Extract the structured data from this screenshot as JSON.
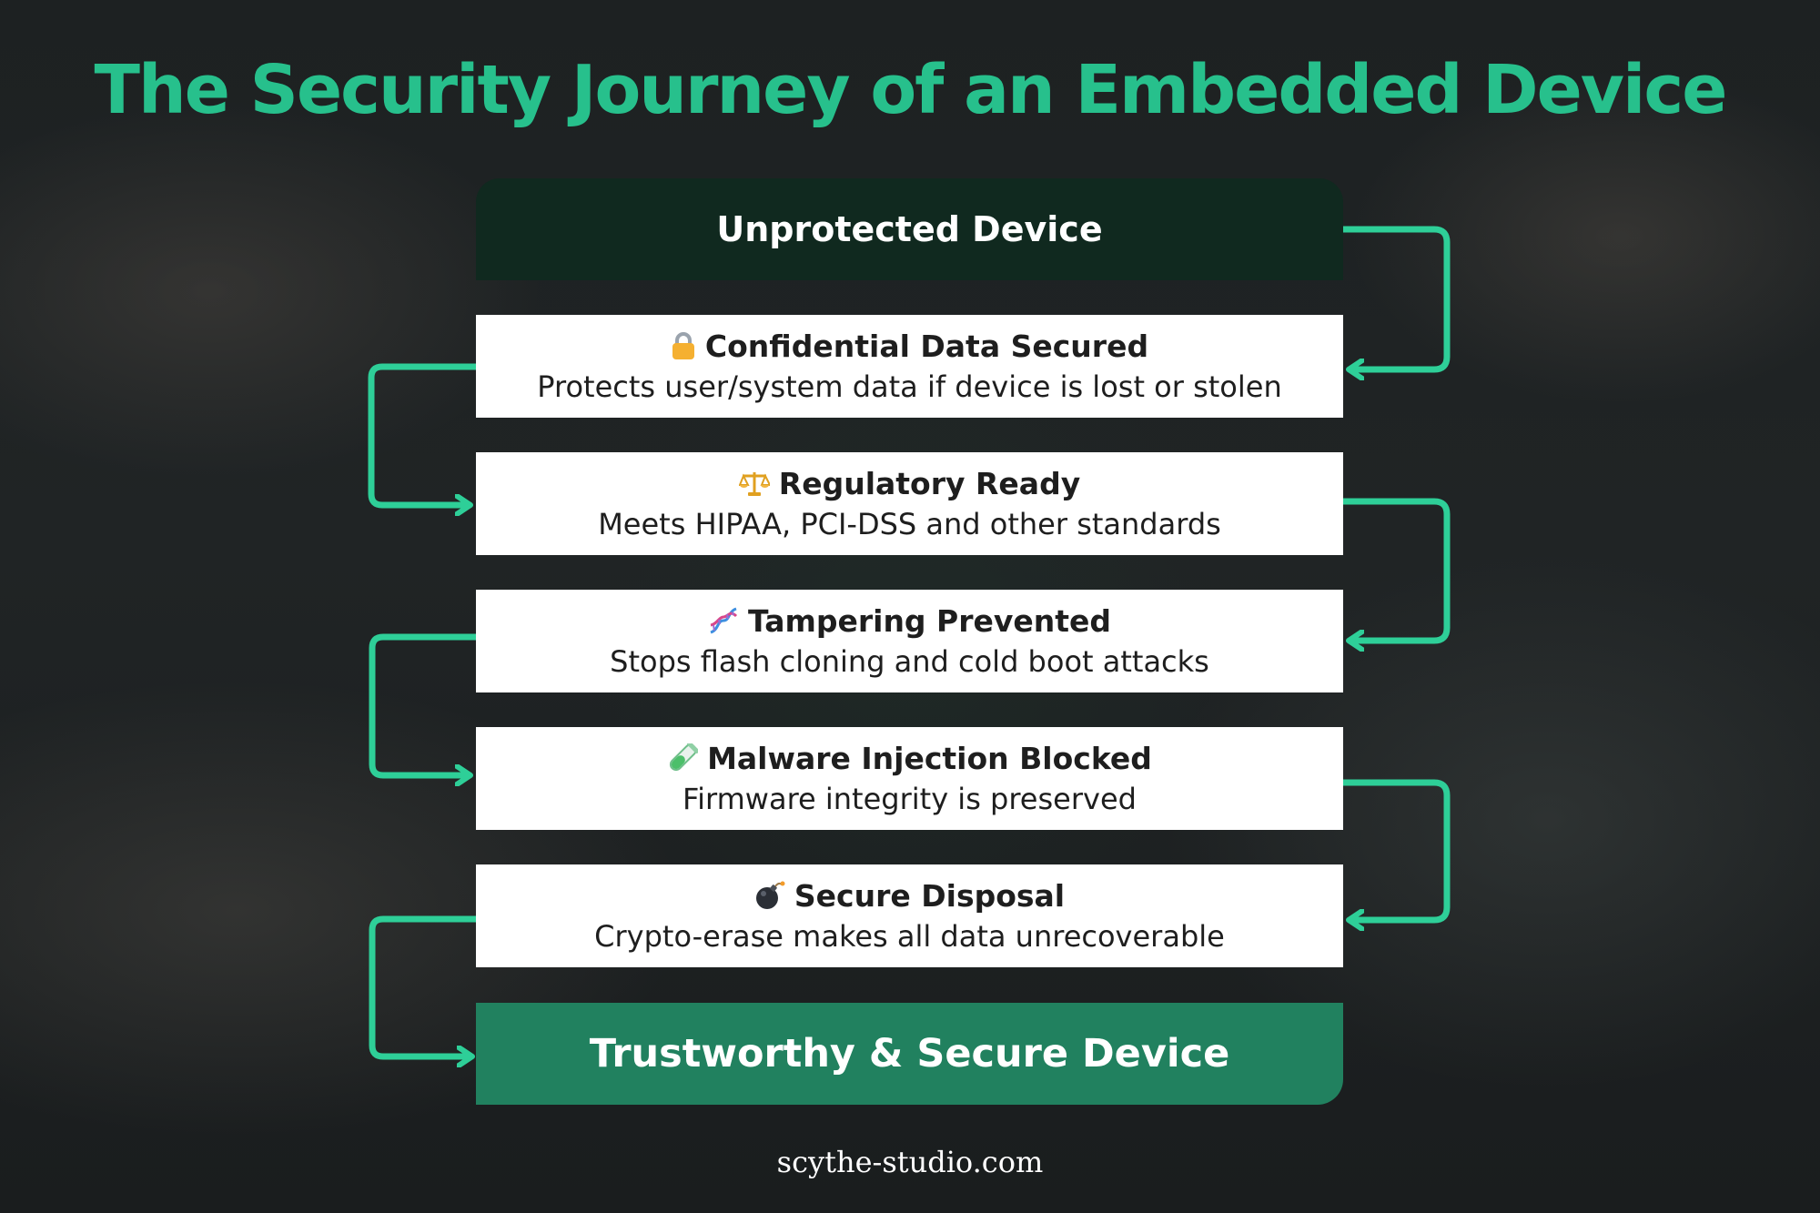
{
  "title": "The Security Journey of an Embedded Device",
  "start": "Unprotected Device",
  "steps": [
    {
      "icon": "lock-icon",
      "title": "Confidential Data Secured",
      "description": "Protects user/system data if device is lost or stolen"
    },
    {
      "icon": "scales-icon",
      "title": "Regulatory Ready",
      "description": "Meets HIPAA, PCI-DSS and other standards"
    },
    {
      "icon": "dna-icon",
      "title": "Tampering Prevented",
      "description": "Stops flash cloning and cold boot attacks"
    },
    {
      "icon": "test-tube-icon",
      "title": "Malware Injection Blocked",
      "description": "Firmware integrity is preserved"
    },
    {
      "icon": "bomb-icon",
      "title": "Secure Disposal",
      "description": "Crypto-erase makes all data unrecoverable"
    }
  ],
  "end": "Trustworthy & Secure Device",
  "footer": "scythe-studio.com",
  "colors": {
    "accent": "#27c08c",
    "start_box": "#10291f",
    "end_box": "#21815f",
    "connector": "#2ecf98"
  }
}
